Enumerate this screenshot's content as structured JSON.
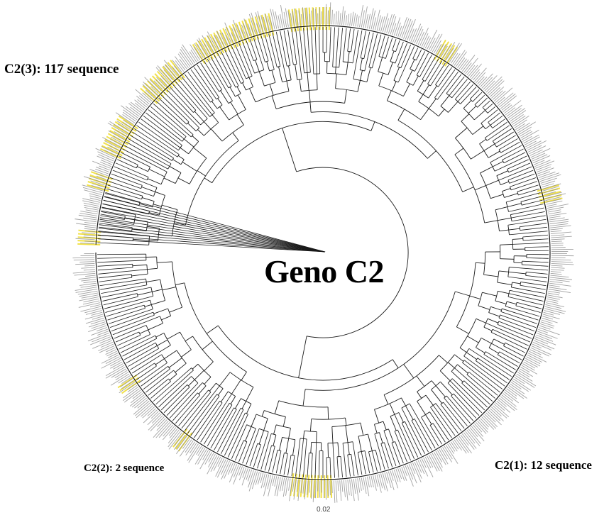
{
  "title": "Geno C2",
  "clade_labels": {
    "c2_3": "C2(3): 117 sequence",
    "c2_2": "C2(2): 2 sequence",
    "c2_1": "C2(1): 12 sequence"
  },
  "scale_label": "0.02",
  "colors": {
    "branch": "#1a1a1a",
    "highlight": "#f1e14a",
    "leaf_text": "#8c8c8c",
    "background": "#ffffff"
  }
}
